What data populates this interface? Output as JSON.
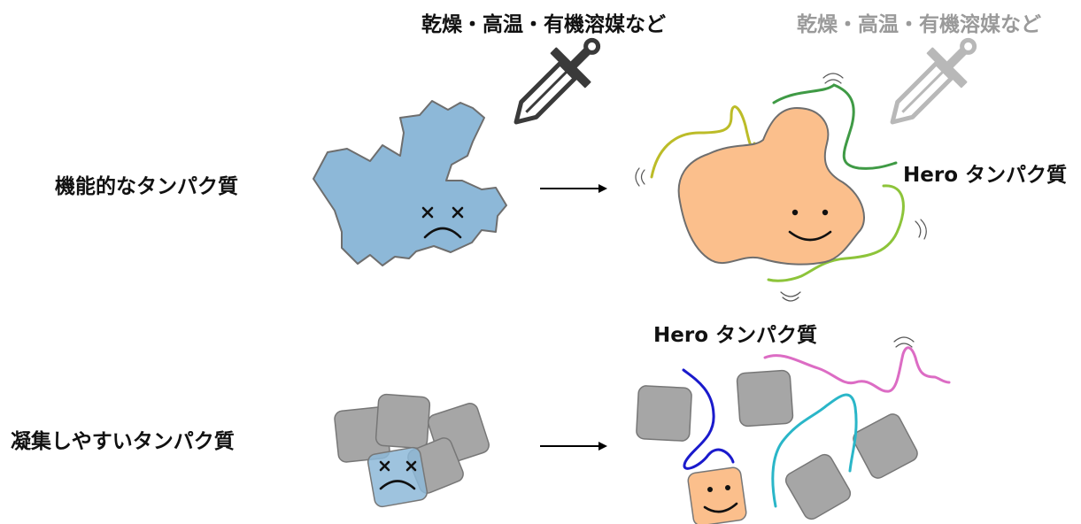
{
  "labels": {
    "stress_left": "乾燥・高温・有機溶媒など",
    "stress_right": "乾燥・高温・有機溶媒など",
    "functional_protein": "機能的なタンパク質",
    "hero_top": "Hero タンパク質",
    "hero_bottom": "Hero タンパク質",
    "aggregating_protein": "凝集しやすいタンパク質"
  },
  "colors": {
    "stressed_protein": "#8db8d8",
    "protected_protein": "#fbbf8c",
    "aggregate_block": "#a6a6a6",
    "sword_dark": "#3a3a3a",
    "sword_faded": "#b8b8b8",
    "stress_label_faded": "#9a9a9a",
    "hero_chains_top": [
      "#bcbc28",
      "#3f9a45",
      "#8dc43a"
    ],
    "hero_chains_bottom": [
      "#1a1acc",
      "#2ab6c8",
      "#dc6cc4"
    ]
  },
  "icons": {
    "stress": "sword-icon",
    "transition": "arrow-right-icon",
    "unhappy": "dead-face-icon",
    "happy": "smile-face-icon",
    "motion": "wiggle-lines-icon"
  }
}
